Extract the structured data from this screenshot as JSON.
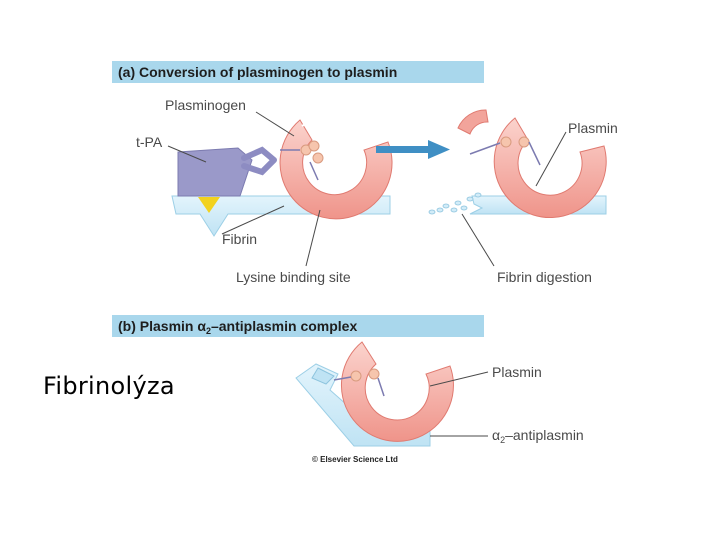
{
  "slide": {
    "title": "Fibrinolýza"
  },
  "panel_a": {
    "header": "(a) Conversion of plasminogen to plasmin",
    "labels": {
      "plasminogen": "Plasminogen",
      "tpa": "t-PA",
      "plasmin": "Plasmin",
      "fibrin": "Fibrin",
      "lysine_binding_site": "Lysine binding site",
      "fibrin_digestion": "Fibrin digestion"
    }
  },
  "panel_b": {
    "header_prefix": "(b) Plasmin ",
    "header_alpha": "α",
    "header_sub": "2",
    "header_suffix": "–antiplasmin complex",
    "labels": {
      "plasmin": "Plasmin",
      "antiplasmin_alpha": "α",
      "antiplasmin_sub": "2",
      "antiplasmin_suffix": "–antiplasmin"
    }
  },
  "copyright": "© Elsevier Science Ltd",
  "colors": {
    "header_band": "#a9d7ec",
    "fibrin": "#d2ecf8",
    "plasmin_ring": "#f2a49b",
    "plasmin_ring_light": "#fbd3cd",
    "binding_site": "#f2d21e",
    "tpa": "#9a99c9",
    "arrow": "#3f8fc4",
    "bead": "#f6c5ad"
  }
}
